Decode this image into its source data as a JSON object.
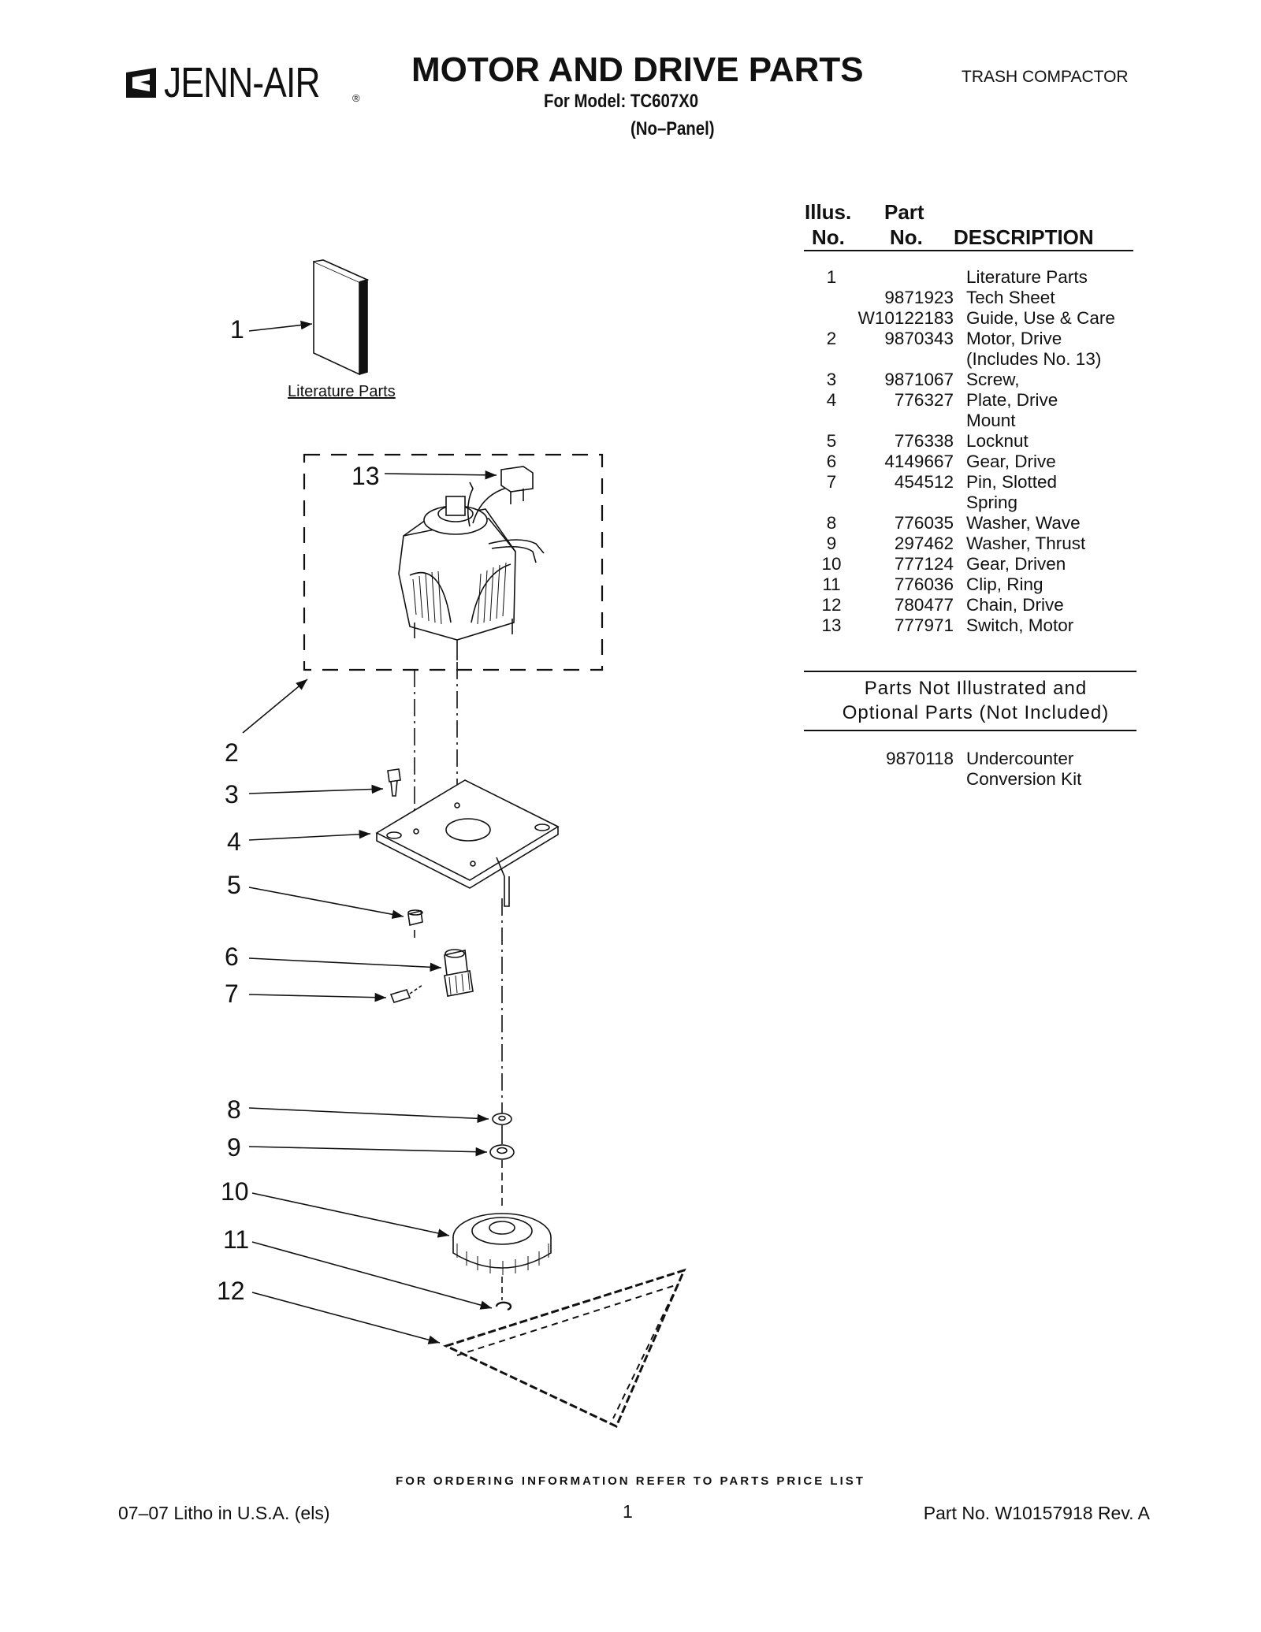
{
  "header": {
    "brand": "JENN-AIR",
    "brand_registered": "®",
    "title": "MOTOR AND DRIVE PARTS",
    "model_line": "For Model: TC607X0",
    "panel_line": "(No–Panel)",
    "category": "TRASH COMPACTOR"
  },
  "table": {
    "col_illus_line1": "Illus.",
    "col_illus_line2": "No.",
    "col_part_line1": "Part",
    "col_part_line2": "No.",
    "col_desc": "DESCRIPTION",
    "rows": [
      {
        "illus": "1",
        "part": "",
        "desc": "Literature Parts"
      },
      {
        "illus": "",
        "part": "9871923",
        "desc": "Tech Sheet"
      },
      {
        "illus": "",
        "part": "W10122183",
        "desc": "Guide, Use & Care"
      },
      {
        "illus": "2",
        "part": "9870343",
        "desc": "Motor, Drive"
      },
      {
        "illus": "",
        "part": "",
        "desc": "(Includes No. 13)"
      },
      {
        "illus": "3",
        "part": "9871067",
        "desc": "Screw,"
      },
      {
        "illus": "4",
        "part": "776327",
        "desc": "Plate, Drive"
      },
      {
        "illus": "",
        "part": "",
        "desc": "Mount"
      },
      {
        "illus": "5",
        "part": "776338",
        "desc": "Locknut"
      },
      {
        "illus": "6",
        "part": "4149667",
        "desc": "Gear, Drive"
      },
      {
        "illus": "7",
        "part": "454512",
        "desc": "Pin, Slotted"
      },
      {
        "illus": "",
        "part": "",
        "desc": "Spring"
      },
      {
        "illus": "8",
        "part": "776035",
        "desc": "Washer, Wave"
      },
      {
        "illus": "9",
        "part": "297462",
        "desc": "Washer, Thrust"
      },
      {
        "illus": "10",
        "part": "777124",
        "desc": "Gear, Driven"
      },
      {
        "illus": "11",
        "part": "776036",
        "desc": "Clip, Ring"
      },
      {
        "illus": "12",
        "part": "780477",
        "desc": "Chain, Drive"
      },
      {
        "illus": "13",
        "part": "777971",
        "desc": "Switch, Motor"
      }
    ],
    "not_illustrated_heading_1": "Parts Not Illustrated and",
    "not_illustrated_heading_2": "Optional Parts (Not Included)",
    "extra_rows": [
      {
        "part": "9870118",
        "desc": "Undercounter"
      },
      {
        "part": "",
        "desc": "Conversion Kit"
      }
    ]
  },
  "diagram": {
    "literature_caption": "Literature Parts",
    "callouts": [
      "1",
      "13",
      "2",
      "3",
      "4",
      "5",
      "6",
      "7",
      "8",
      "9",
      "10",
      "11",
      "12"
    ]
  },
  "footer": {
    "ordering": "FOR ORDERING INFORMATION REFER TO PARTS PRICE LIST",
    "litho": "07–07 Litho in U.S.A. (els)",
    "page": "1",
    "part_no": "Part No. W10157918 Rev. A"
  }
}
